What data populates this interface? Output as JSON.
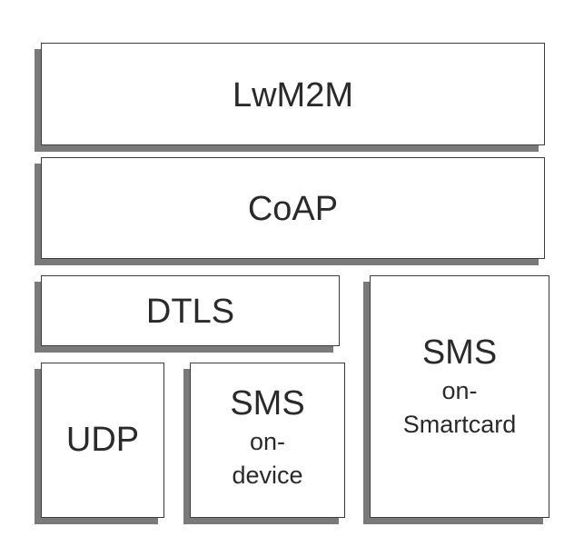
{
  "layers": {
    "lwm2m": {
      "label": "LwM2M"
    },
    "coap": {
      "label": "CoAP"
    },
    "dtls": {
      "label": "DTLS"
    },
    "udp": {
      "label": "UDP"
    },
    "sms_on_device": {
      "title": "SMS",
      "line1": "on-",
      "line2": "device"
    },
    "sms_on_smartcard": {
      "title": "SMS",
      "line1": "on-",
      "line2": "Smartcard"
    }
  },
  "colors": {
    "border": "#3c3c3c",
    "shadow": "#7a7a7a",
    "text": "#2a2a2a",
    "fill": "#ffffff"
  }
}
